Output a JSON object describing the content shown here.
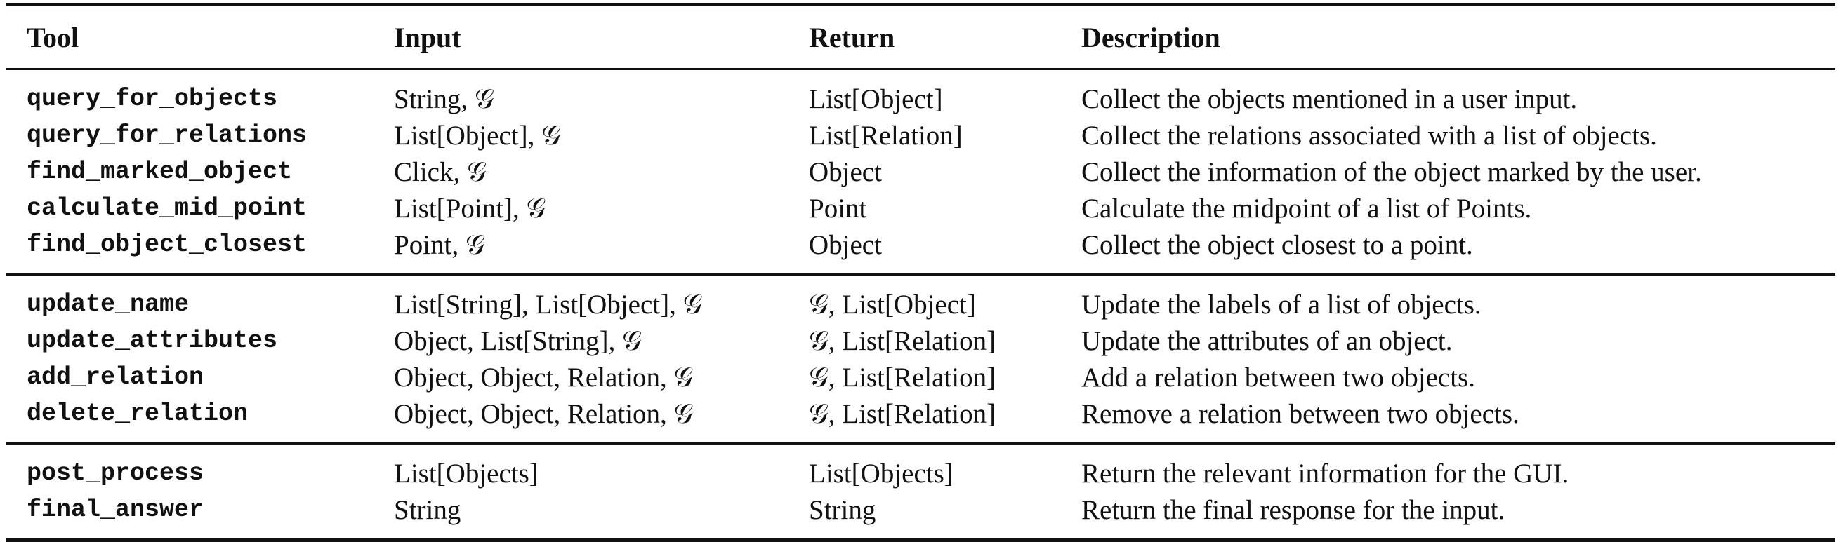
{
  "table": {
    "headers": {
      "tool": "Tool",
      "input": "Input",
      "return": "Return",
      "description": "Description"
    },
    "groups": [
      {
        "rows": [
          {
            "tool": "query_for_objects",
            "input": "String, 𝒢",
            "return": "List[Object]",
            "description": "Collect the objects mentioned in a user input."
          },
          {
            "tool": "query_for_relations",
            "input": "List[Object], 𝒢",
            "return": "List[Relation]",
            "description": "Collect the relations associated with a list of objects."
          },
          {
            "tool": "find_marked_object",
            "input": "Click, 𝒢",
            "return": "Object",
            "description": "Collect the information of the object marked by the user."
          },
          {
            "tool": "calculate_mid_point",
            "input": "List[Point], 𝒢",
            "return": "Point",
            "description": "Calculate the midpoint of a list of Points."
          },
          {
            "tool": "find_object_closest",
            "input": "Point, 𝒢",
            "return": "Object",
            "description": "Collect the object closest to a point."
          }
        ]
      },
      {
        "rows": [
          {
            "tool": "update_name",
            "input": "List[String], List[Object], 𝒢",
            "return": "𝒢, List[Object]",
            "description": "Update the labels of a list of objects."
          },
          {
            "tool": "update_attributes",
            "input": "Object, List[String], 𝒢",
            "return": "𝒢, List[Relation]",
            "description": "Update the attributes of an object."
          },
          {
            "tool": "add_relation",
            "input": "Object, Object, Relation, 𝒢",
            "return": "𝒢, List[Relation]",
            "description": "Add a relation between two objects."
          },
          {
            "tool": "delete_relation",
            "input": "Object, Object, Relation, 𝒢",
            "return": "𝒢, List[Relation]",
            "description": "Remove a relation between two objects."
          }
        ]
      },
      {
        "rows": [
          {
            "tool": "post_process",
            "input": "List[Objects]",
            "return": "List[Objects]",
            "description": "Return the relevant information for the GUI."
          },
          {
            "tool": "final_answer",
            "input": "String",
            "return": "String",
            "description": "Return the final response for the input."
          }
        ]
      }
    ]
  }
}
